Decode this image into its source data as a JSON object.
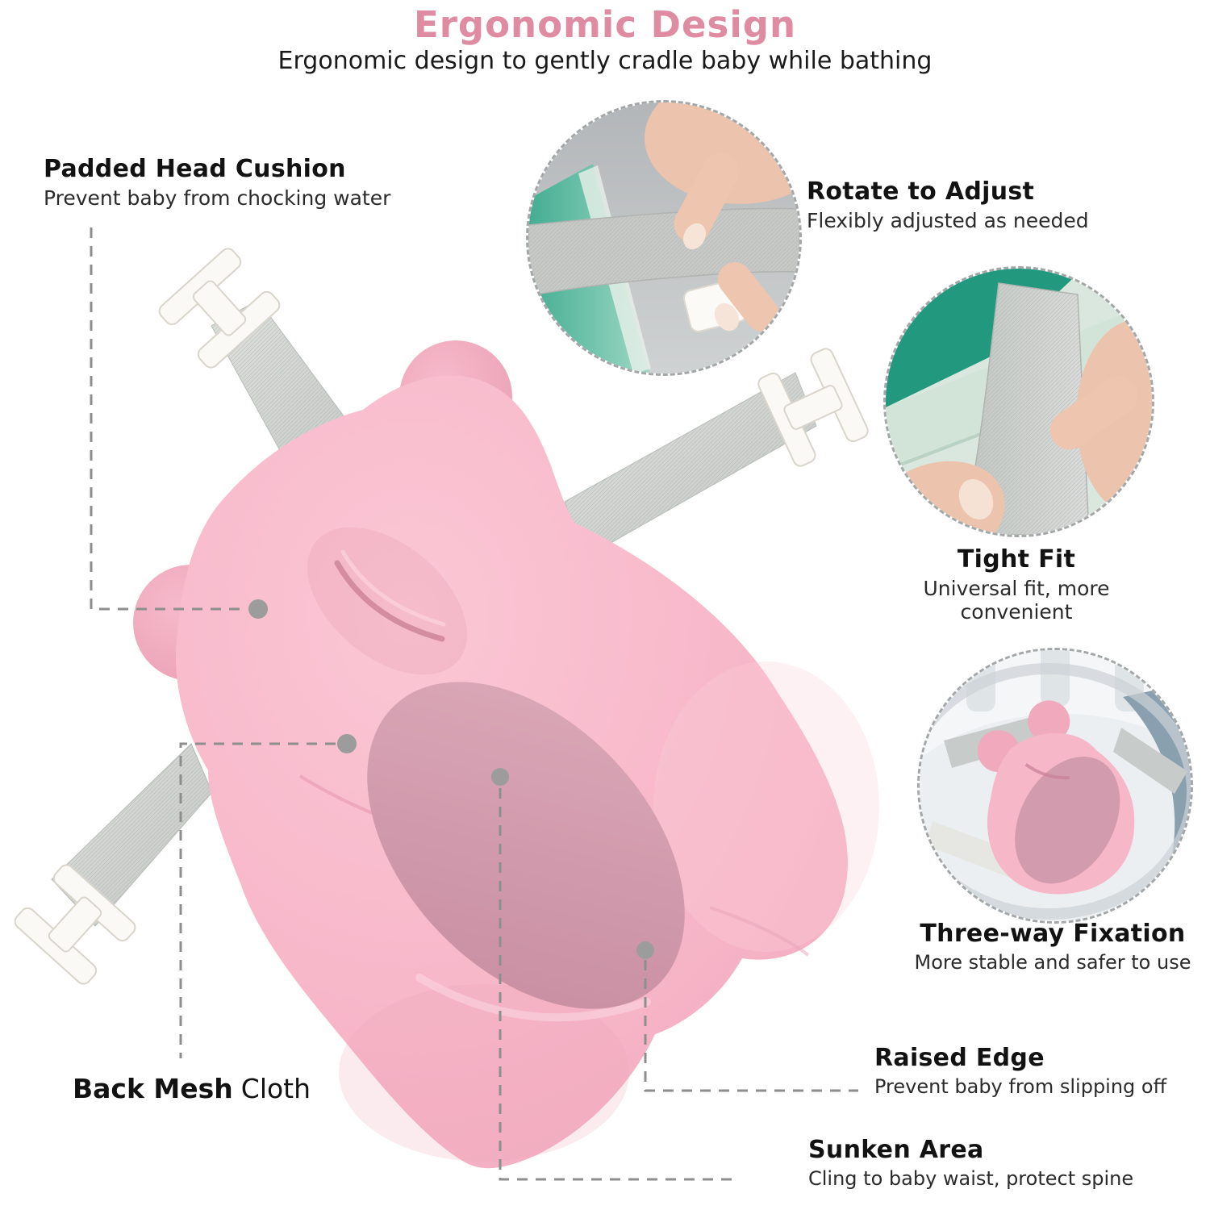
{
  "header": {
    "title": "Ergonomic Design",
    "subtitle": "Ergonomic design to gently cradle baby while bathing"
  },
  "callouts": {
    "padded_head_cushion": {
      "title": "Padded Head Cushion",
      "description": "Prevent baby from chocking water"
    },
    "rotate_to_adjust": {
      "title": "Rotate to Adjust",
      "description": "Flexibly adjusted as needed"
    },
    "tight_fit": {
      "title": "Tight Fit",
      "description": "Universal fit, more convenient"
    },
    "three_way_fixation": {
      "title": "Three-way Fixation",
      "description": "More stable and safer to use"
    },
    "back_mesh_cloth": {
      "title_bold": "Back Mesh",
      "title_regular": "Cloth"
    },
    "raised_edge": {
      "title": "Raised Edge",
      "description": "Prevent baby from slipping off"
    },
    "sunken_area": {
      "title": "Sunken Area",
      "description": "Cling to baby waist, protect spine"
    }
  },
  "product": {
    "name": "baby bath support cushion",
    "straps": "three gray mesh straps with white buckles",
    "insets": [
      "strap adjustment photo",
      "strap tight-fit photo",
      "cushion installed in tub photo"
    ]
  },
  "colors": {
    "title_pink": "#df8ba1",
    "cushion_pink": "#f6b6c8",
    "sunken_mauve": "#d09cae",
    "strap_gray": "#cdd1cd",
    "buckle_white": "#faf9f5",
    "tub_teal": "#3fae92",
    "tub_mint": "#d9e7de",
    "callout_line_gray": "#8e8e8e",
    "text_dark": "#1c1c1c"
  }
}
